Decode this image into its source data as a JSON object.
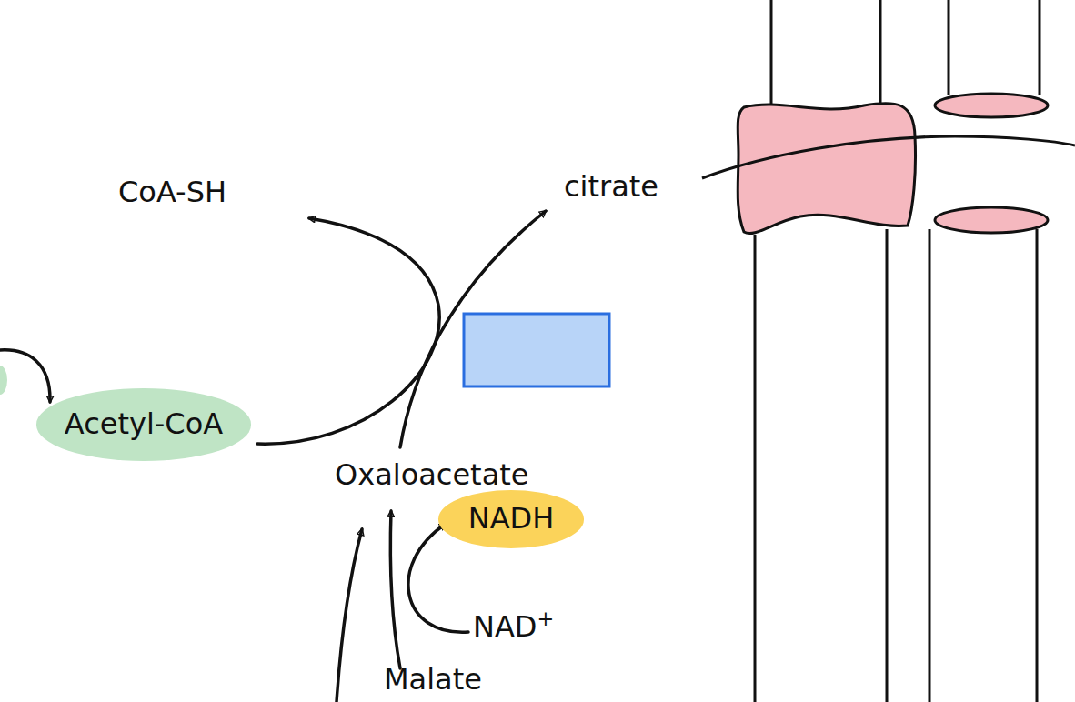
{
  "diagram": {
    "nodes": [
      {
        "text": [
          "Acetyl-CoA"
        ]
      },
      {
        "text": [
          "NADH"
        ]
      }
    ],
    "labels": [
      "CoA-SH",
      "citrate",
      "Oxaloacetate",
      "NAD+",
      "Malate"
    ]
  }
}
